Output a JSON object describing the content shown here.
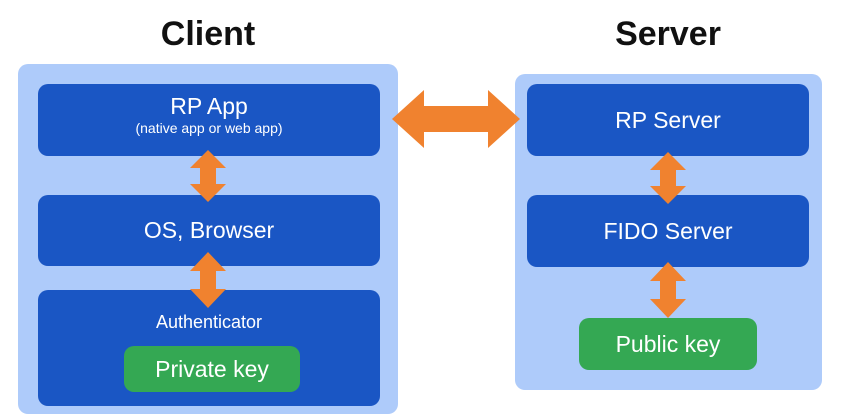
{
  "colors": {
    "panel": "#aecbfa",
    "box": "#1a56c4",
    "key": "#34a853",
    "arrow": "#f0822f",
    "heading": "#111111"
  },
  "client": {
    "title": "Client",
    "rp_app": {
      "label": "RP App",
      "sublabel": "(native app or web app)"
    },
    "os_browser": {
      "label": "OS, Browser"
    },
    "authenticator": {
      "label": "Authenticator",
      "key_label": "Private key"
    }
  },
  "server": {
    "title": "Server",
    "rp_server": {
      "label": "RP Server"
    },
    "fido_server": {
      "label": "FIDO Server"
    },
    "public_key": {
      "label": "Public key"
    }
  }
}
